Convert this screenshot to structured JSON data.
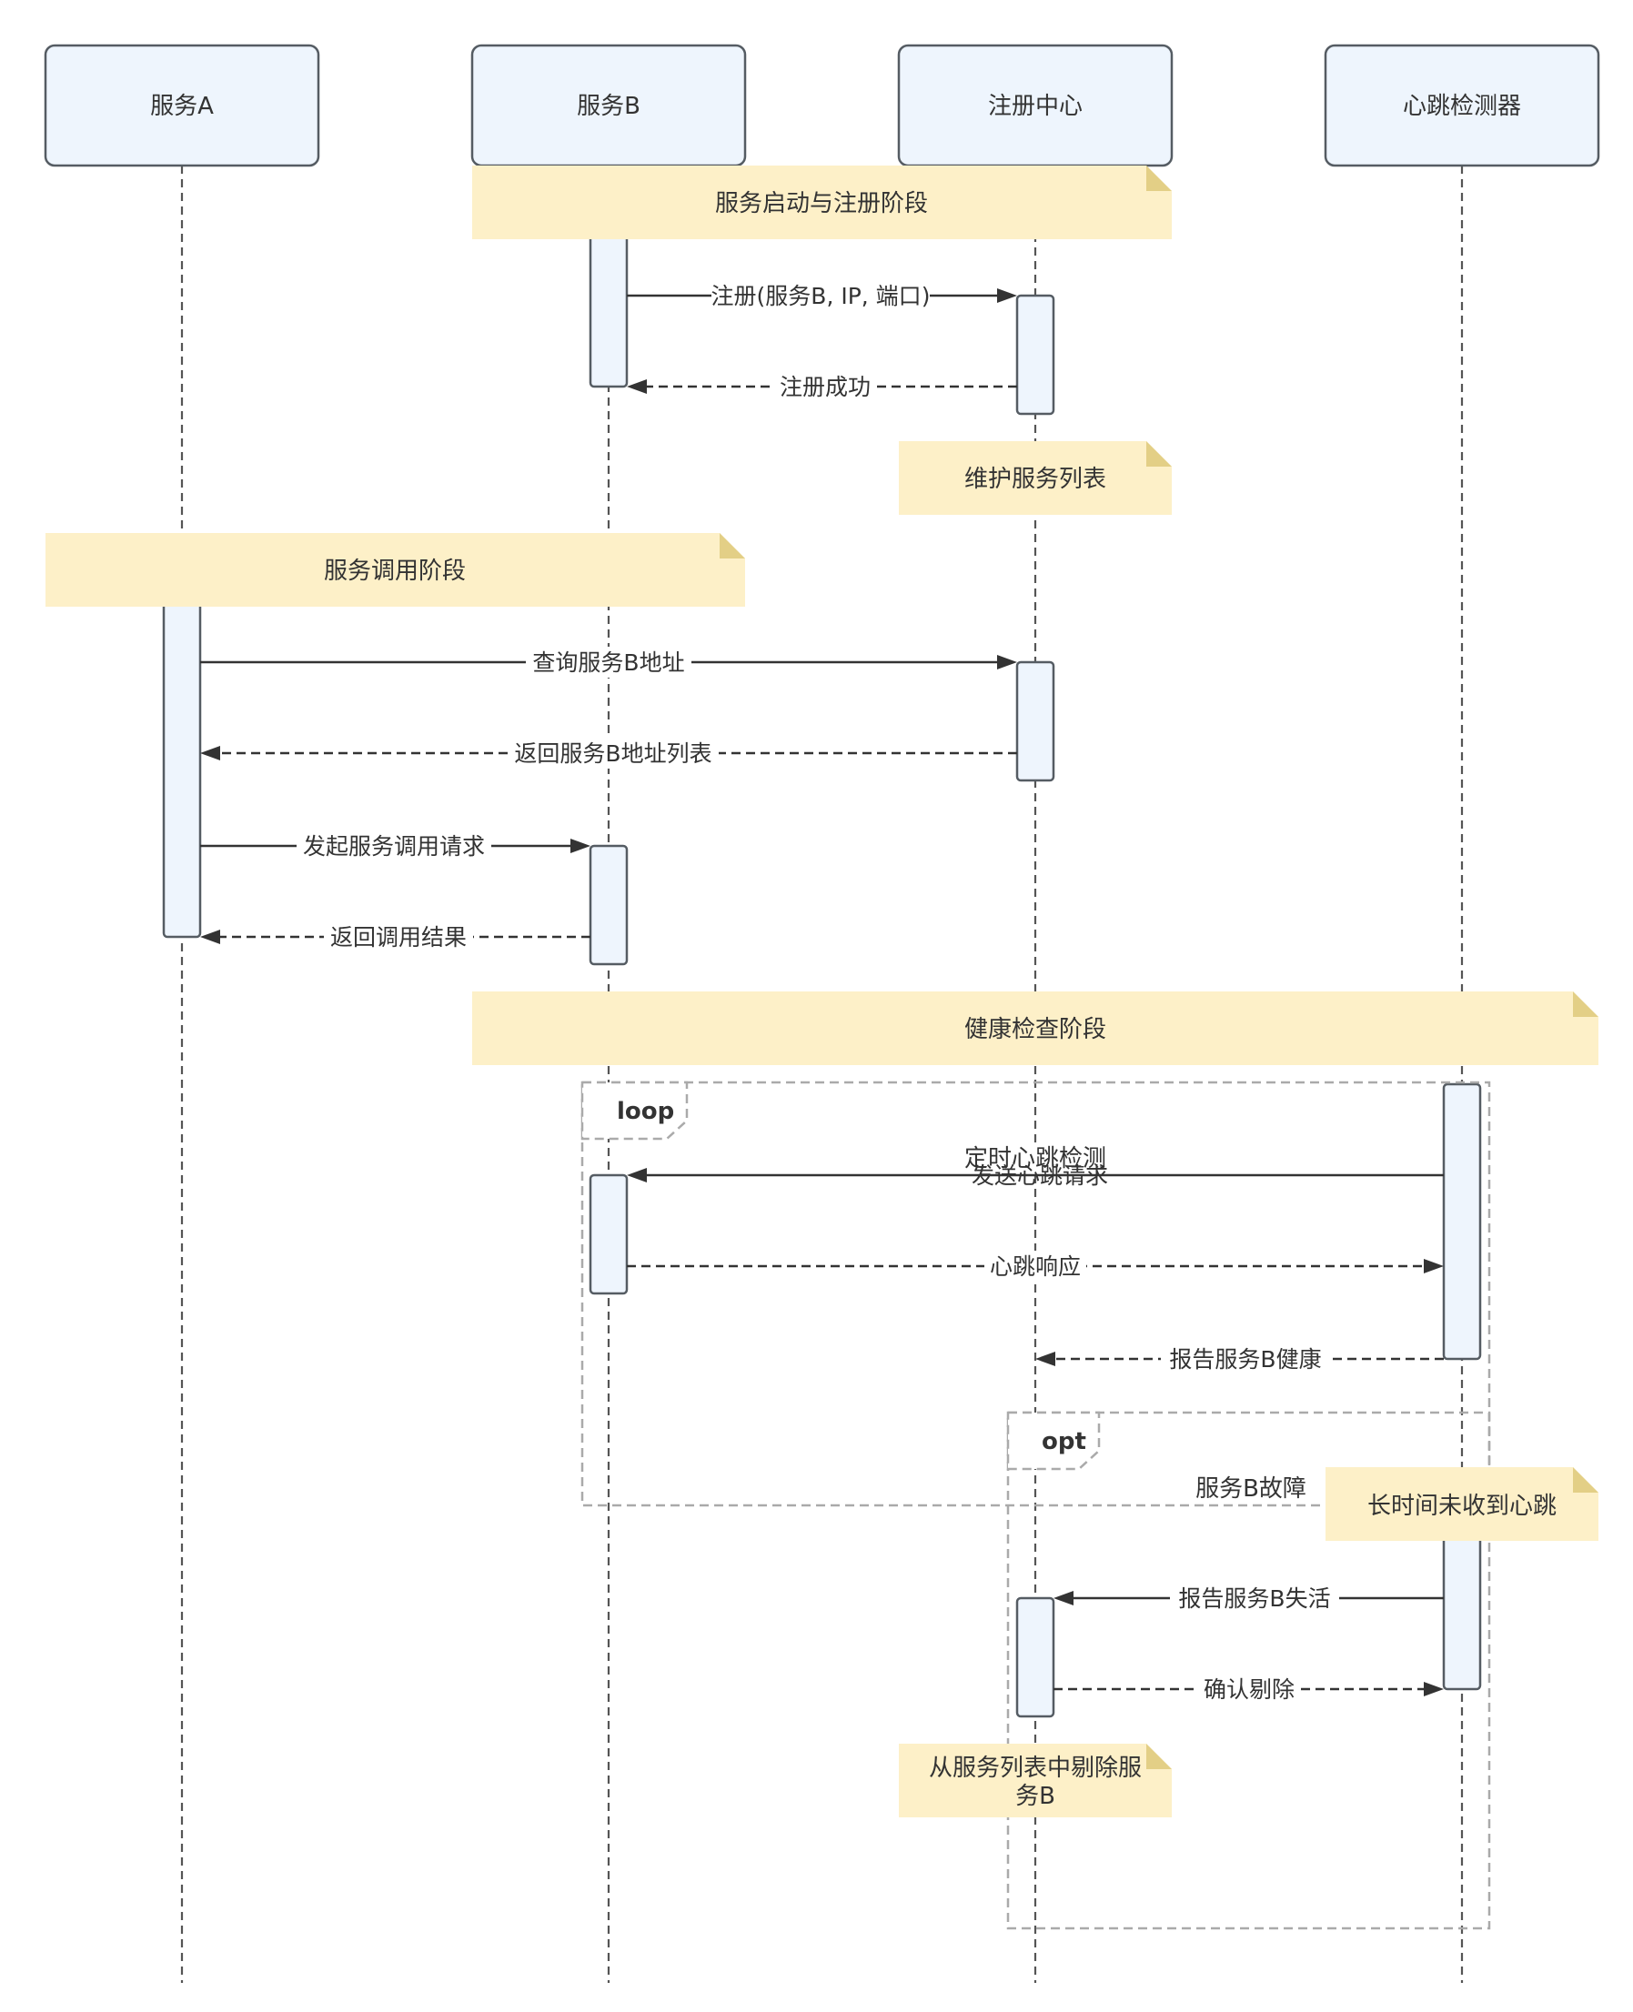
{
  "participants": [
    {
      "id": "A",
      "label": "服务A"
    },
    {
      "id": "B",
      "label": "服务B"
    },
    {
      "id": "R",
      "label": "注册中心"
    },
    {
      "id": "H",
      "label": "心跳检测器"
    }
  ],
  "notes": {
    "phase1": "服务启动与注册阶段",
    "maintain": "维护服务列表",
    "phase2": "服务调用阶段",
    "phase3": "健康检查阶段",
    "no_heartbeat": "长时间未收到心跳",
    "remove_line1": "从服务列表中剔除服",
    "remove_line2": "务B"
  },
  "messages": {
    "register": "注册(服务B, IP, 端口)",
    "register_ok": "注册成功",
    "query_addr": "查询服务B地址",
    "return_addr": "返回服务B地址列表",
    "invoke": "发起服务调用请求",
    "invoke_result": "返回调用结果",
    "send_heartbeat": "发送心跳请求",
    "heartbeat_resp": "心跳响应",
    "report_healthy": "报告服务B健康",
    "report_dead": "报告服务B失活",
    "confirm_remove": "确认剔除"
  },
  "fragments": {
    "loop": {
      "keyword": "loop",
      "condition": "定时心跳检测"
    },
    "opt": {
      "keyword": "opt",
      "condition": "服务B故障"
    }
  },
  "colors": {
    "actor_fill": "#eef5fd",
    "note_fill": "#fdf0c8",
    "note_fold": "#e3cf86",
    "frame_stroke": "#aaaaaa",
    "line": "#333333"
  }
}
